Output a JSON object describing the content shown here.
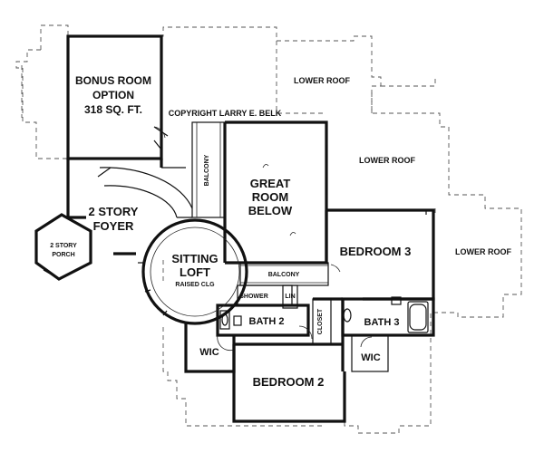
{
  "plan": {
    "copyright": "COPYRIGHT LARRY E. BELK",
    "rooms": {
      "bonus_room": [
        "BONUS ROOM",
        "OPTION",
        "318 SQ. FT."
      ],
      "lower_roof_top": "LOWER ROOF",
      "lower_roof_mid": "LOWER ROOF",
      "lower_roof_right": "LOWER ROOF",
      "foyer": [
        "2 STORY",
        "FOYER"
      ],
      "porch": [
        "2 STORY",
        "PORCH"
      ],
      "great_room": [
        "GREAT",
        "ROOM",
        "BELOW"
      ],
      "sitting_loft": [
        "SITTING",
        "LOFT"
      ],
      "raised_clg": "RAISED CLG",
      "bedroom_3": "BEDROOM 3",
      "bedroom_2": "BEDROOM 2",
      "bath_2": "BATH 2",
      "bath_3": "BATH 3",
      "wic_left": "WIC",
      "wic_right": "WIC",
      "shower": "SHOWER",
      "lin": "LIN",
      "closet": "CLOSET",
      "balcony_vertical": "BALCONY",
      "balcony_horizontal": "BALCONY"
    }
  }
}
